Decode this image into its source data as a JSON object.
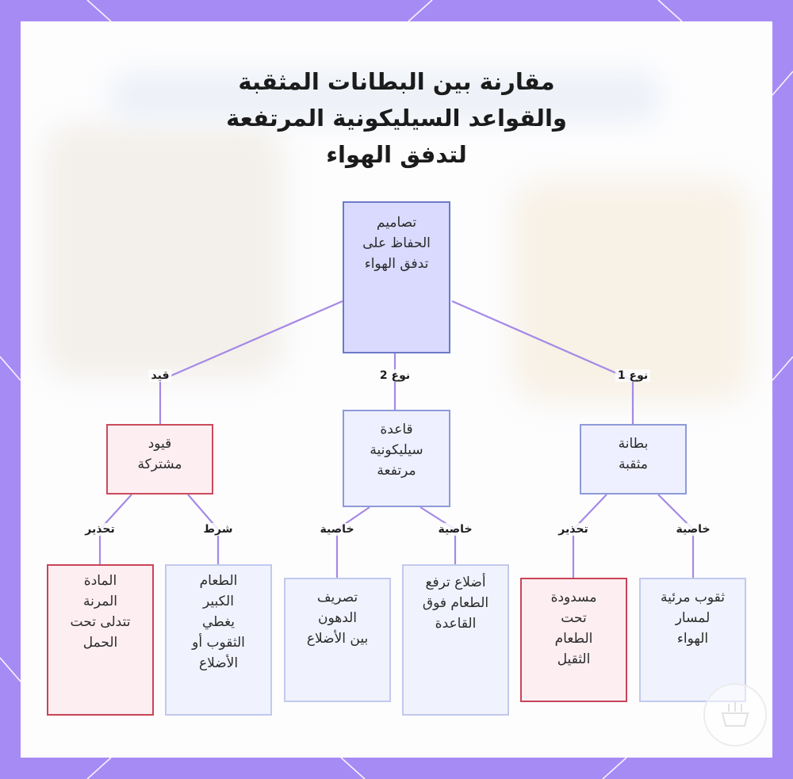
{
  "title": "مقارنة بين البطانات المثقبة\nوالقواعد السيليكونية المرتفعة\nلتدفق الهواء",
  "colors": {
    "frame": "#a78bf4",
    "frame_lines": "#ffffff",
    "edge": "#a589e6",
    "root_fill": "#d9dafe",
    "node_border_blue": "#8e9ad8",
    "node_border_red": "#cc4a5c"
  },
  "nodes": {
    "root": "تصاميم\nالحفاظ على\nتدفق الهواء",
    "perforated_liner": "بطانة\nمثقبة",
    "raised_silicone_base": "قاعدة\nسيليكونية\nمرتفعة",
    "shared_limits": "قيود\nمشتركة",
    "visible_holes": "ثقوب مرئية\nلمسار\nالهواء",
    "blocked_heavy_food": "مسدودة\nتحت\nالطعام\nالثقيل",
    "ribs_raise_food": "أضلاع ترفع\nالطعام فوق\nالقاعدة",
    "drain_fat": "تصريف\nالدهون\nبين الأضلاع",
    "large_food_covers": "الطعام\nالكبير\nيغطي\nالثقوب أو\nالأضلاع",
    "flexible_material": "المادة\nالمرنة\nتتدلى تحت\nالحمل"
  },
  "edge_labels": {
    "type1": "نوع 1",
    "type2": "نوع 2",
    "limit": "قيد",
    "property_a": "خاصية",
    "warning_a": "تحذير",
    "property_b": "خاصية",
    "property_c": "خاصية",
    "condition": "شرط",
    "warning_b": "تحذير"
  },
  "icons": {
    "watermark": "basket-logo-icon"
  }
}
